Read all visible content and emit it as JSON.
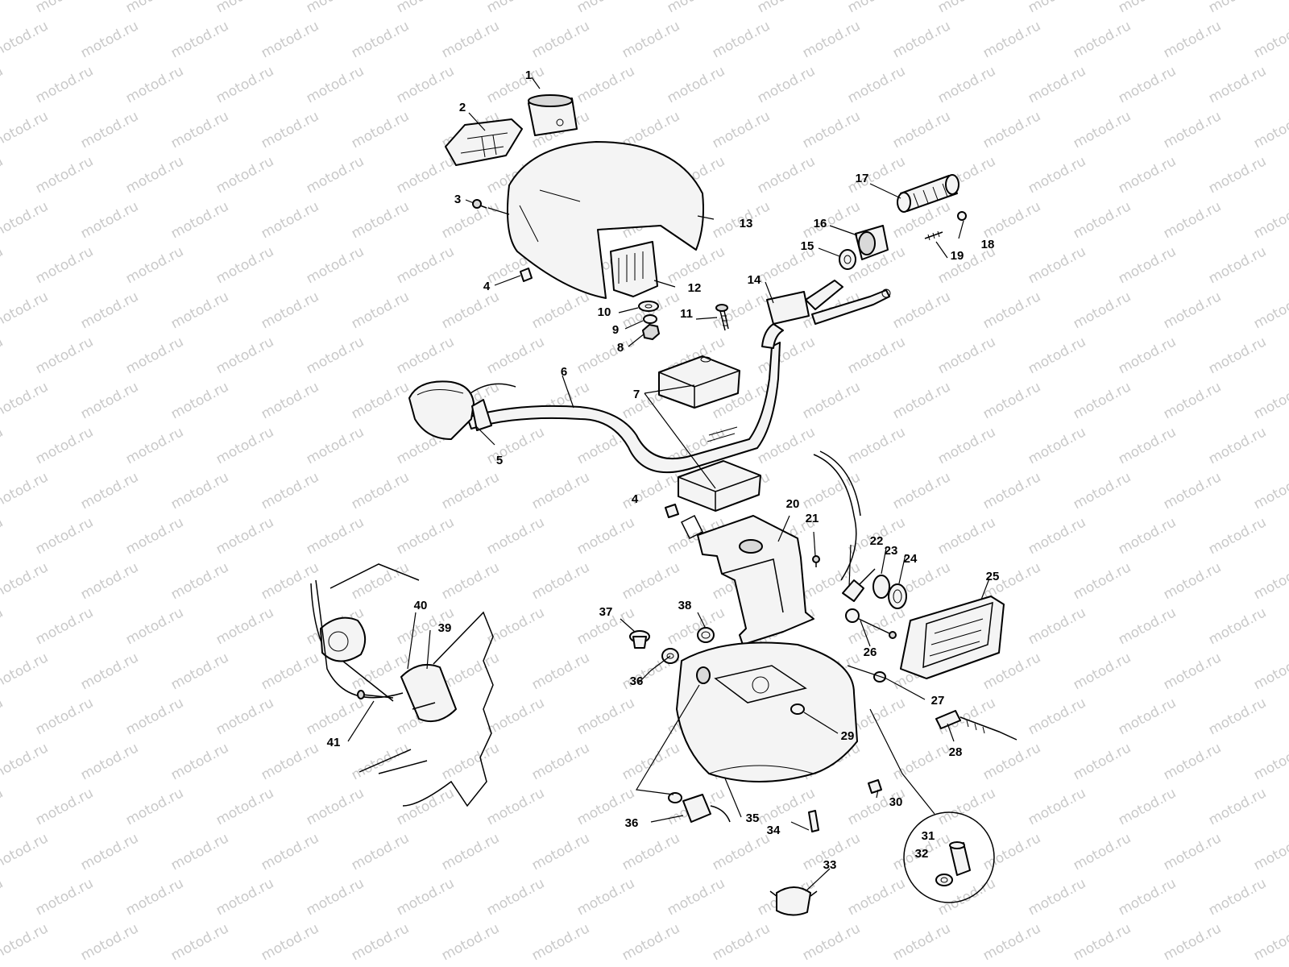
{
  "watermark": "motod.ru",
  "callouts": {
    "c1": "1",
    "c2": "2",
    "c3": "3",
    "c4a": "4",
    "c4b": "4",
    "c5": "5",
    "c6": "6",
    "c7": "7",
    "c8": "8",
    "c9": "9",
    "c10": "10",
    "c11": "11",
    "c12": "12",
    "c13": "13",
    "c14": "14",
    "c15": "15",
    "c16": "16",
    "c17": "17",
    "c18": "18",
    "c19": "19",
    "c20": "20",
    "c21": "21",
    "c22": "22",
    "c23": "23",
    "c24": "24",
    "c25": "25",
    "c26": "26",
    "c27": "27",
    "c28": "28",
    "c29": "29",
    "c30": "30",
    "c31": "31",
    "c32": "32",
    "c33": "33",
    "c34": "34",
    "c35": "35",
    "c36a": "36",
    "c36b": "36",
    "c37": "37",
    "c38": "38",
    "c39": "39",
    "c40": "40",
    "c41": "41"
  }
}
